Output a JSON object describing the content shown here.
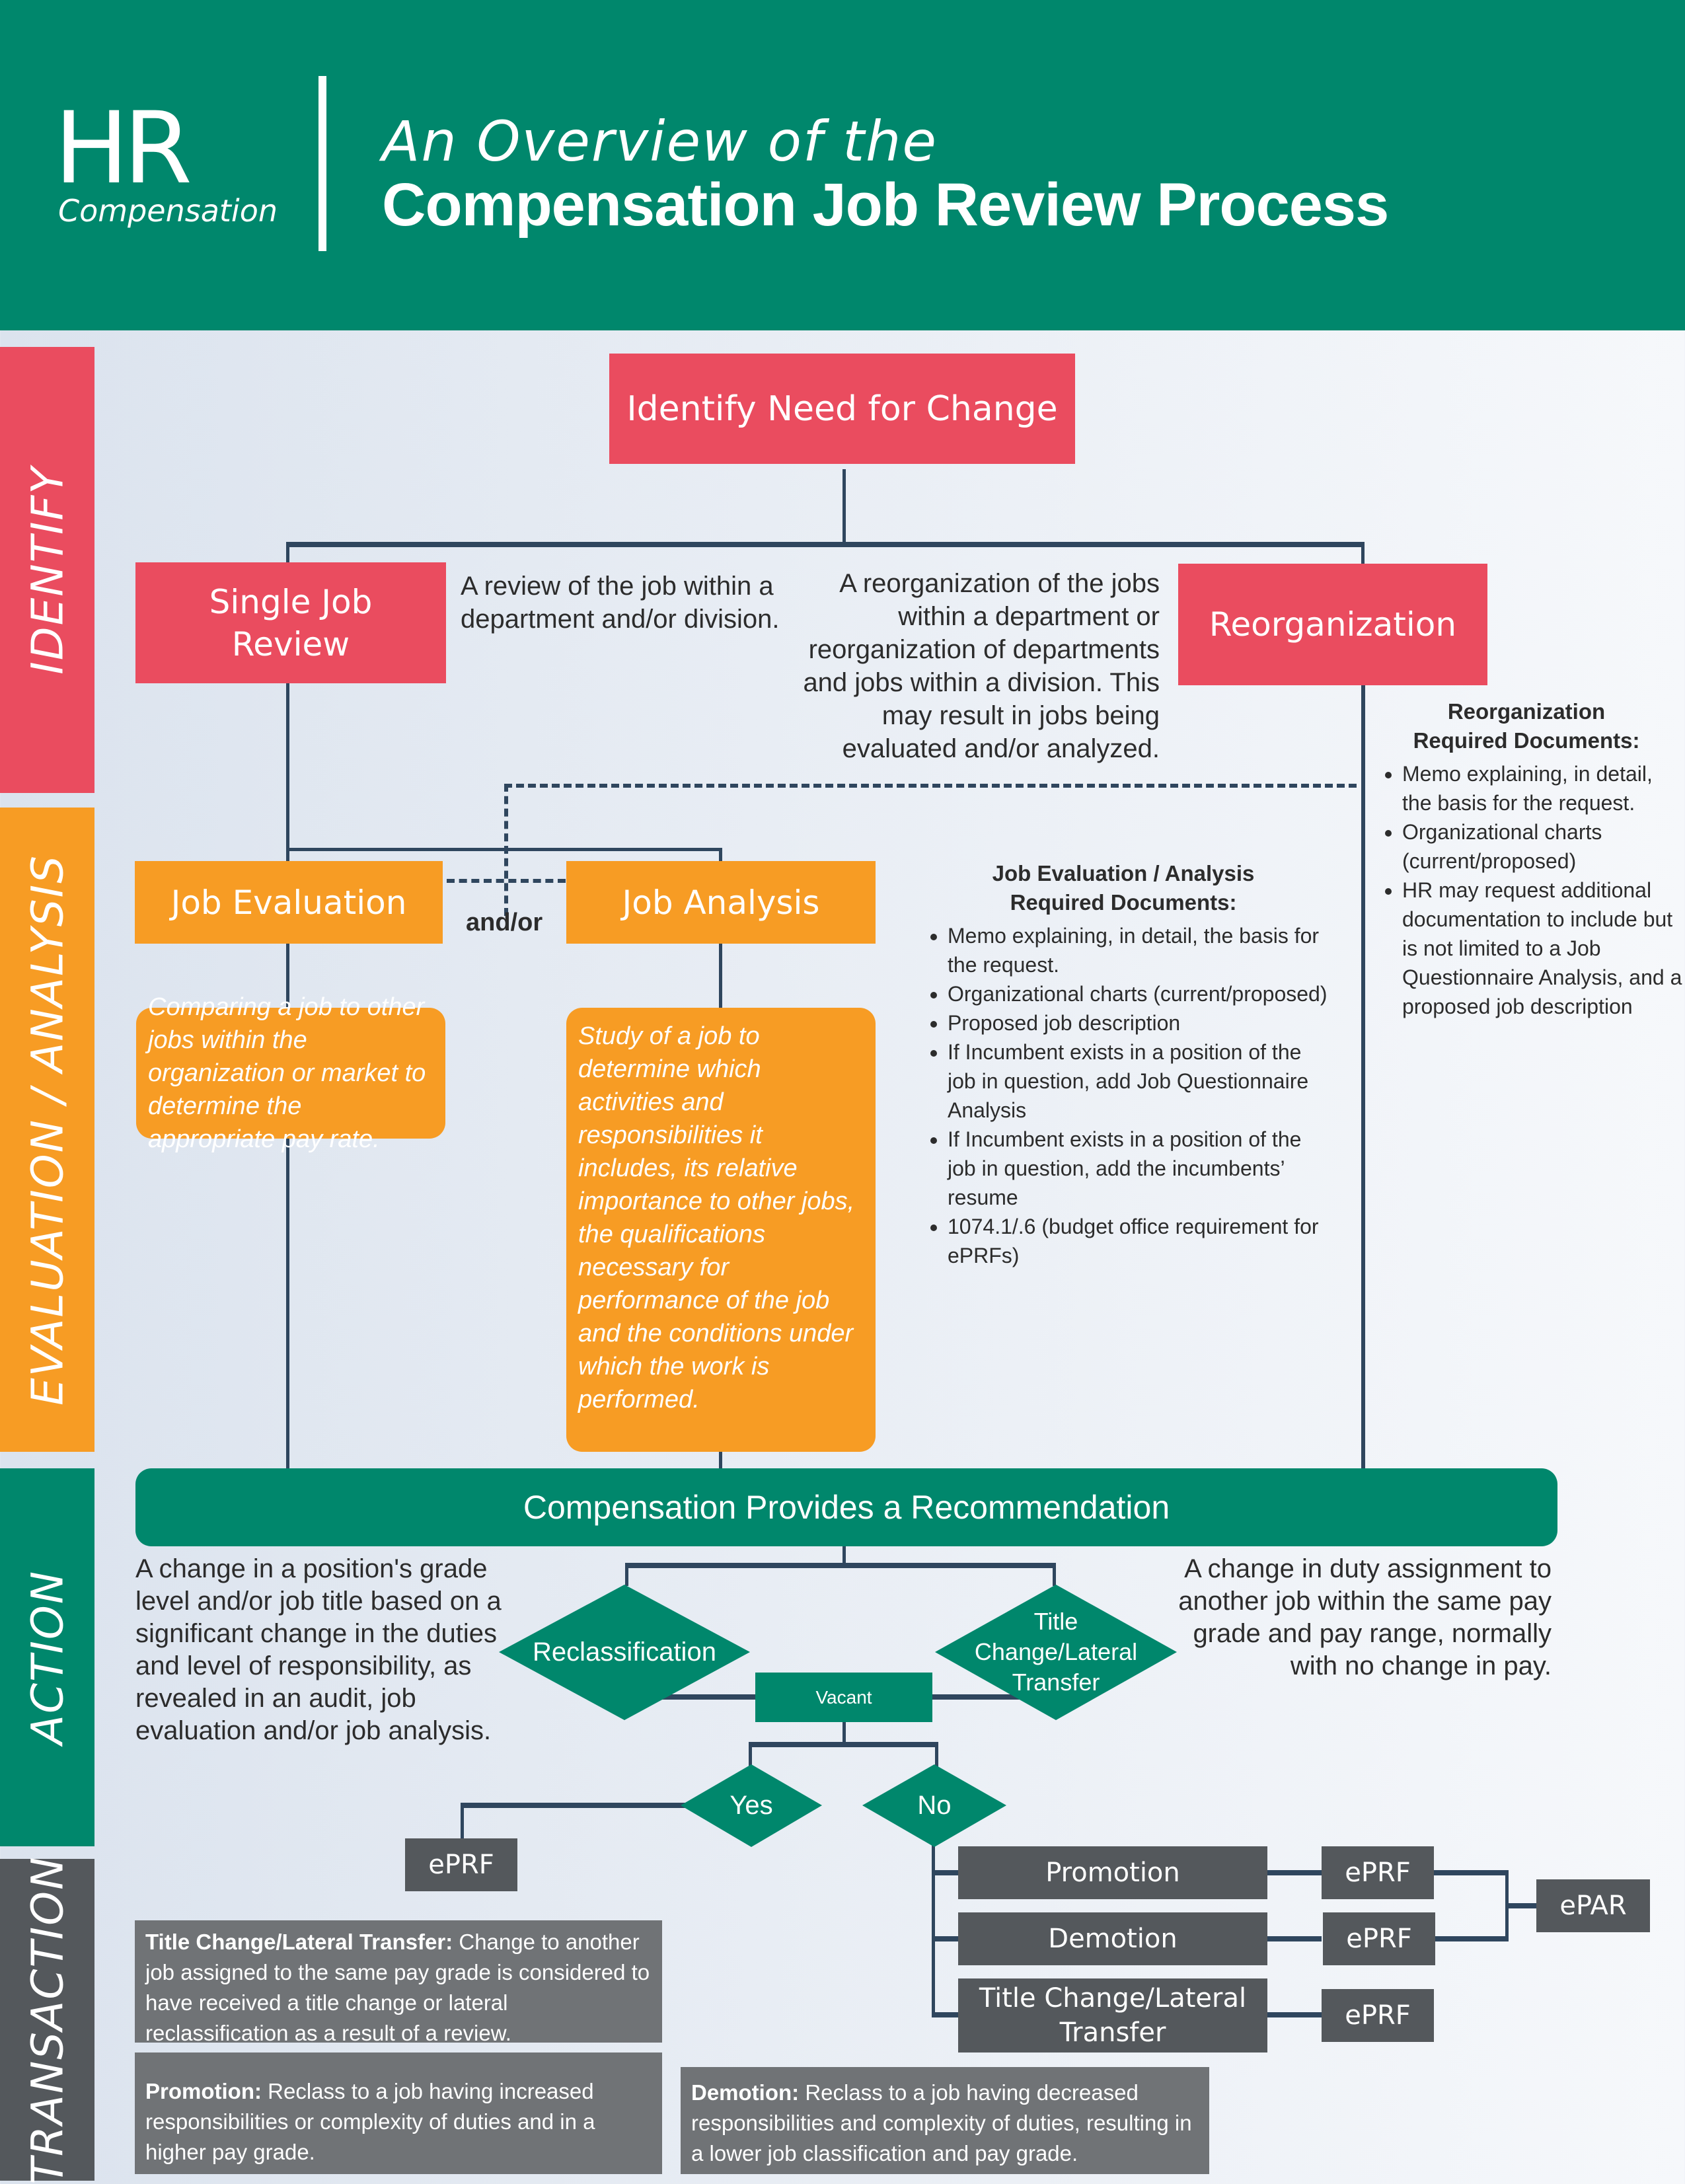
{
  "header": {
    "logo_main": "HR",
    "logo_sub": "Compensation",
    "title_line1": "An Overview of the",
    "title_line2": "Compensation Job Review Process",
    "color": "#00876c"
  },
  "phases": [
    {
      "label": "IDENTIFY",
      "color": "#ea4c5f"
    },
    {
      "label": "EVALUATION / ANALYSIS",
      "color": "#f79c24"
    },
    {
      "label": "ACTION",
      "color": "#00876c"
    },
    {
      "label": "TRANSACTION",
      "color": "#54585c"
    }
  ],
  "identify": {
    "root": "Identify Need for Change",
    "single_job_review": "Single Job Review",
    "single_job_desc": "A review of the job within a department and/or division.",
    "reorganization": "Reorganization",
    "reorganization_desc": "A reorganization of the jobs within a department or reorganization of departments and jobs within a division.  This may result in jobs being evaluated and/or analyzed.",
    "reorg_docs": {
      "title_line1": "Reorganization",
      "title_line2": "Required Documents:",
      "items": [
        "Memo explaining, in detail, the basis for the request.",
        "Organizational charts (current/proposed)",
        "HR may request additional documentation to include but is not limited to a Job Questionnaire Analysis, and a proposed job description"
      ]
    }
  },
  "evaluation": {
    "job_evaluation": "Job Evaluation",
    "job_analysis": "Job Analysis",
    "connector": "and/or",
    "job_evaluation_desc": "Comparing a job to other jobs within the organization or market to determine the appropriate pay rate.",
    "job_analysis_desc": "Study of a job to determine which activities and responsibilities it includes, its relative importance to other jobs, the qualifications necessary for performance of the job and the conditions under which the work is performed.",
    "docs": {
      "title_line1": "Job Evaluation / Analysis",
      "title_line2": "Required Documents:",
      "items": [
        "Memo explaining, in detail, the basis for the request.",
        "Organizational charts (current/proposed)",
        "Proposed job description",
        "If Incumbent exists in a position of the job in question, add Job Questionnaire Analysis",
        "If Incumbent exists in a position of the job in question, add the incumbents’ resume",
        "1074.1/.6 (budget office requirement for ePRFs)"
      ]
    }
  },
  "action": {
    "recommendation": "Compensation Provides a Recommendation",
    "reclassification": "Reclassification",
    "reclassification_desc": "A change in a position's grade level and/or job title based on a significant change in the duties and level of responsibility, as revealed in an audit, job evaluation and/or job analysis.",
    "title_change": "Title Change/Lateral Transfer",
    "title_change_desc": "A change in duty assignment to another job within the same pay grade and pay range, normally with no change in pay.",
    "vacant": "Vacant",
    "yes": "Yes",
    "no": "No"
  },
  "transaction": {
    "yes_eprf": "ePRF",
    "promotion": "Promotion",
    "demotion": "Demotion",
    "title_change": "Title Change/Lateral Transfer",
    "eprf": "ePRF",
    "epar": "ePAR",
    "definitions": [
      {
        "term": "Title Change/Lateral Transfer:",
        "text": " Change to another job assigned to the same pay grade is considered to have received a title change or lateral reclassification as a result of a review."
      },
      {
        "term": "Promotion:",
        "text": " Reclass to a job having increased responsibilities or complexity of duties and in a higher pay grade."
      },
      {
        "term": "Demotion:",
        "text": " Reclass to a job having decreased responsibilities and complexity of duties, resulting in a lower job classification and pay grade."
      }
    ]
  }
}
